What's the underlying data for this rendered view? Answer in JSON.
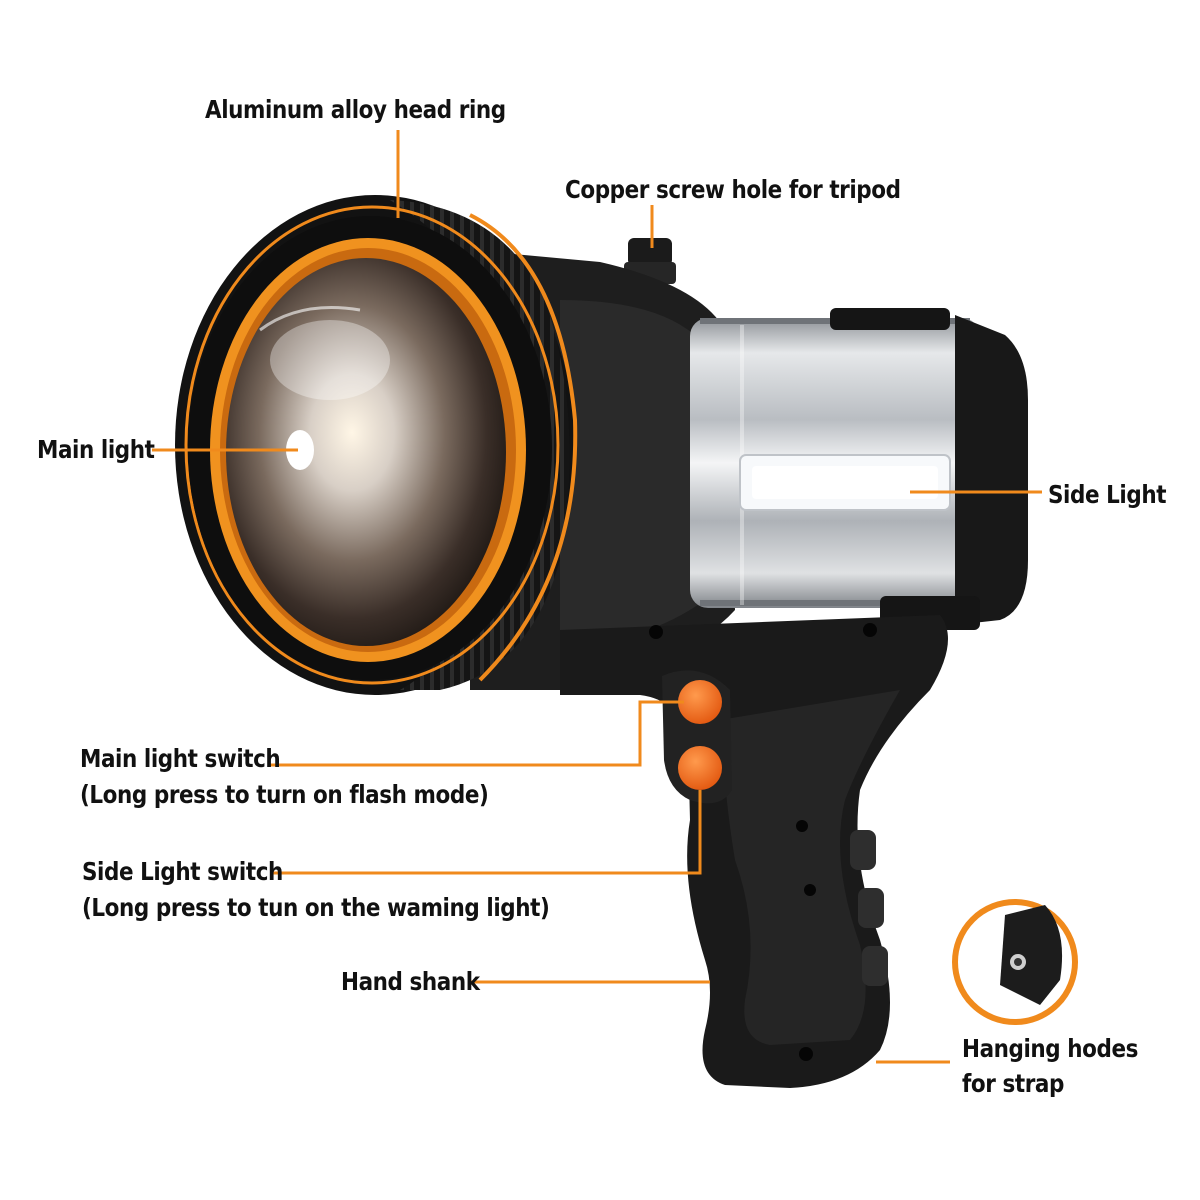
{
  "labels": {
    "head_ring": "Aluminum alloy head ring",
    "screw_hole": "Copper screw hole for tripod",
    "main_light": "Main light",
    "side_light": "Side Light",
    "main_switch_line1": "Main light switch",
    "main_switch_line2": "(Long press to turn on flash mode)",
    "side_switch_line1": "Side Light switch",
    "side_switch_line2": "(Long press to tun on the waming light)",
    "hand_shank": "Hand shank",
    "hanging_line1": "Hanging hodes",
    "hanging_line2": "for strap"
  },
  "colors": {
    "accent": "#f08a1c",
    "body": "#1a1a1a",
    "button": "#f26a1b",
    "silver": "#c9ccd0",
    "text": "#111111"
  }
}
